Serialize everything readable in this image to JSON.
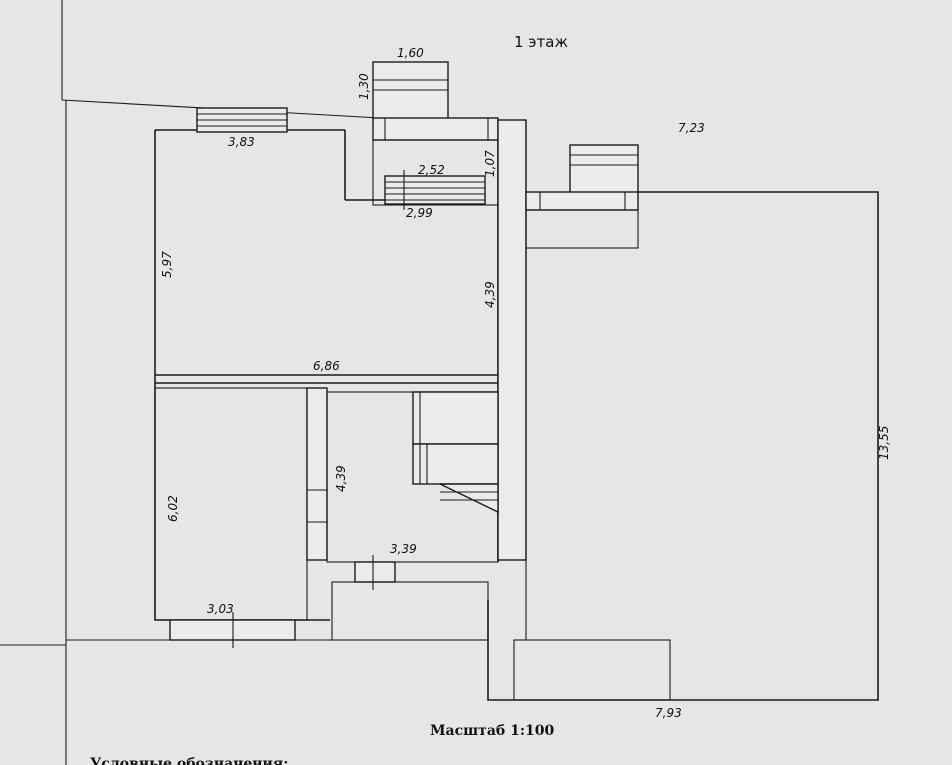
{
  "title": "1 этаж",
  "scale": "Масштаб 1:100",
  "legend": "Условные обозначения:",
  "dimensions": {
    "porch_width": "1,60",
    "porch_depth": "1,30",
    "top_left_window": "3,83",
    "stair_top": "2,52",
    "stair_bottom": "2,99",
    "stair_side": "1,07",
    "annex_width": "7,23",
    "left_room_height": "5,97",
    "corridor_height": "4,39",
    "middle_width": "6,86",
    "bath_height": "4,39",
    "bottom_left_room_height": "6,02",
    "bath_width": "3,39",
    "bottom_left_width": "3,03",
    "annex_height": "13,55",
    "annex_bottom": "7,93"
  }
}
